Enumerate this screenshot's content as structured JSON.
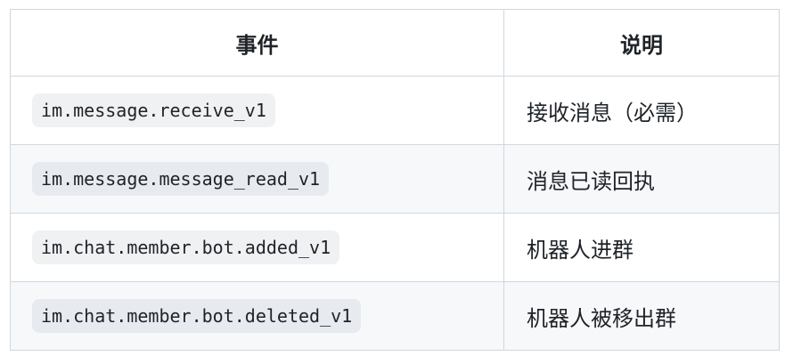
{
  "table": {
    "headers": [
      {
        "label": "事件"
      },
      {
        "label": "说明"
      }
    ],
    "rows": [
      {
        "event": "im.message.receive_v1",
        "description": "接收消息（必需）"
      },
      {
        "event": "im.message.message_read_v1",
        "description": "消息已读回执"
      },
      {
        "event": "im.chat.member.bot.added_v1",
        "description": "机器人进群"
      },
      {
        "event": "im.chat.member.bot.deleted_v1",
        "description": "机器人被移出群"
      }
    ]
  },
  "colors": {
    "border": "#d0d7de",
    "text": "#1f2328",
    "row_alternate_background": "#f6f8fa",
    "code_chip_background": "#eff1f3",
    "page_background": "#ffffff"
  }
}
